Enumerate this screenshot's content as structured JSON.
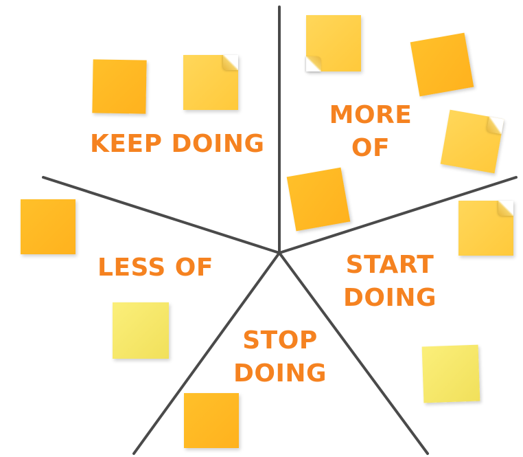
{
  "diagram": {
    "sections": [
      {
        "id": "keep-doing",
        "lines": [
          "KEEP DOING"
        ]
      },
      {
        "id": "more-of",
        "lines": [
          "MORE",
          "OF"
        ]
      },
      {
        "id": "start-doing",
        "lines": [
          "START",
          "DOING"
        ]
      },
      {
        "id": "stop-doing",
        "lines": [
          "STOP",
          "DOING"
        ]
      },
      {
        "id": "less-of",
        "lines": [
          "LESS OF"
        ]
      }
    ],
    "colors": {
      "label": "#f58220",
      "divider": "#4a4a4a",
      "note_orange": "#ffb81f",
      "note_amber": "#ffd04a",
      "note_yellow": "#f5e667"
    }
  }
}
